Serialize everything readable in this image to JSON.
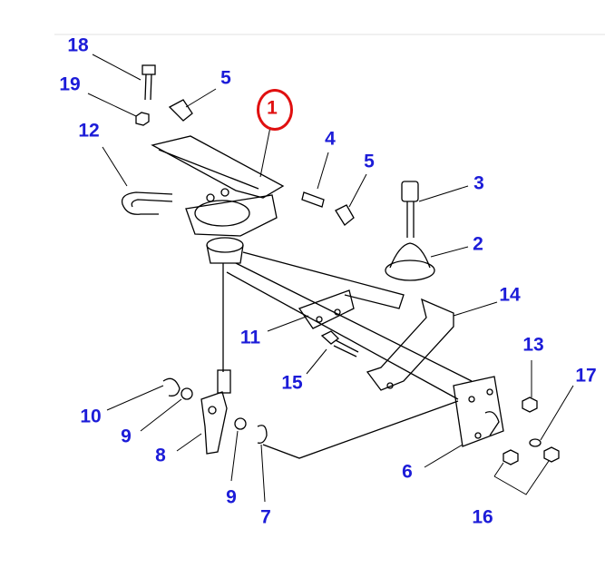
{
  "diagram": {
    "highlight_color": "#e01010",
    "label_color": "#1c1cd8",
    "callouts": [
      {
        "id": "c18",
        "text": "18"
      },
      {
        "id": "c19",
        "text": "19"
      },
      {
        "id": "c5a",
        "text": "5"
      },
      {
        "id": "c1",
        "text": "1",
        "highlighted": true
      },
      {
        "id": "c12",
        "text": "12"
      },
      {
        "id": "c4",
        "text": "4"
      },
      {
        "id": "c5b",
        "text": "5"
      },
      {
        "id": "c3",
        "text": "3"
      },
      {
        "id": "c2",
        "text": "2"
      },
      {
        "id": "c14",
        "text": "14"
      },
      {
        "id": "c11",
        "text": "11"
      },
      {
        "id": "c13",
        "text": "13"
      },
      {
        "id": "c17",
        "text": "17"
      },
      {
        "id": "c15",
        "text": "15"
      },
      {
        "id": "c10",
        "text": "10"
      },
      {
        "id": "c9a",
        "text": "9"
      },
      {
        "id": "c8",
        "text": "8"
      },
      {
        "id": "c6",
        "text": "6"
      },
      {
        "id": "c9b",
        "text": "9"
      },
      {
        "id": "c7",
        "text": "7"
      },
      {
        "id": "c16",
        "text": "16"
      }
    ]
  }
}
